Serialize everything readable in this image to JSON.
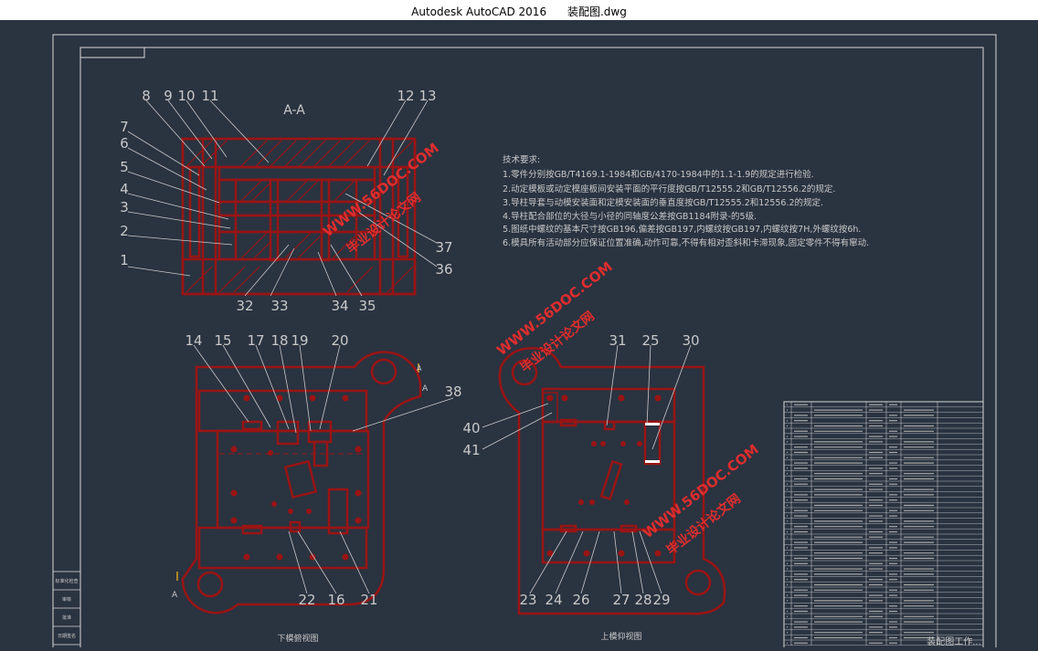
{
  "window": {
    "app": "Autodesk AutoCAD 2016",
    "file": "装配图.dwg"
  },
  "colors": {
    "canvas": "#2a3340",
    "line": "#9a1414",
    "text": "#c9c9c9",
    "frame": "#d8d8d8",
    "watermark": "#e02d2d"
  },
  "section_label": "A-A",
  "notes": {
    "heading": "技术要求:",
    "lines": [
      "1.零件分别按GB/T4169.1-1984和GB/4170-1984中的1.1-1.9的规定进行检验.",
      "2.动定模板或动定模座板间安装平面的平行度按GB/T12555.2和GB/T12556.2的规定.",
      "3.导柱导套与动模安装面和定模安装面的垂直度按GB/T12555.2和12556.2的规定.",
      "4.导柱配合部位的大径与小径的同轴度公差按GB1184附录-的5级.",
      "5.图纸中螺纹的基本尺寸按GB196,偏差按GB197,内螺纹按GB197,内螺纹按7H,外螺纹按6h.",
      "6.模具所有活动部分应保证位置准确,动作可靠,不得有相对歪斜和卡滞现象,固定零件不得有窜动."
    ]
  },
  "callouts": {
    "section_top": [
      "8",
      "9",
      "10",
      "11",
      "12",
      "13"
    ],
    "section_left": [
      "7",
      "6",
      "5",
      "4",
      "3",
      "2",
      "1"
    ],
    "section_right": [
      "37",
      "36"
    ],
    "section_bottom": [
      "32",
      "33",
      "34",
      "35"
    ],
    "lower_top": [
      "14",
      "15",
      "17",
      "18",
      "19",
      "20"
    ],
    "lower_right": "38",
    "lower_bottom": [
      "22",
      "16",
      "21"
    ],
    "upper_top": [
      "31",
      "25",
      "30"
    ],
    "upper_left": [
      "40",
      "41"
    ],
    "upper_bottom": [
      "23",
      "24",
      "26",
      "27",
      "28",
      "29"
    ]
  },
  "arrow_marks": [
    "A",
    "A",
    "A"
  ],
  "view_titles": {
    "lower": "下模俯视图",
    "upper": "上模仰视图"
  },
  "watermarks": {
    "site": "WWW.56DOC.COM",
    "brand": "毕业设计论文网"
  },
  "side_stamps": [
    "标准化检查",
    "审核",
    "批准",
    "日期签名"
  ],
  "title_block": "装配图工作..."
}
